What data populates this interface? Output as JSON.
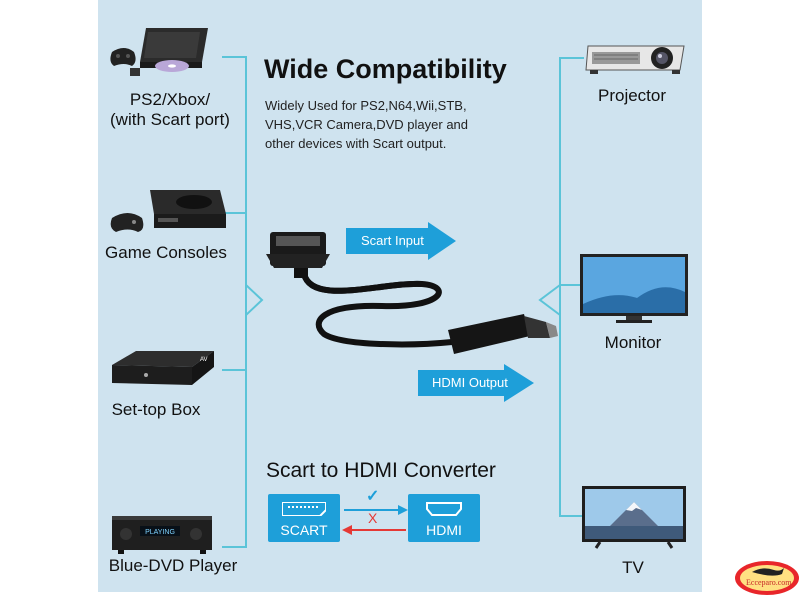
{
  "heading": {
    "title": "Wide Compatibility",
    "desc_lines": [
      "Widely Used for PS2,N64,Wii,STB,",
      "VHS,VCR Camera,DVD player and",
      "other devices with Scart output."
    ]
  },
  "sources": [
    {
      "label_lines": [
        "PS2/Xbox/",
        "(with Scart port)"
      ],
      "icon": "ps2-console-icon"
    },
    {
      "label_lines": [
        "Game Consoles"
      ],
      "icon": "game-console-icon"
    },
    {
      "label_lines": [
        "Set-top Box"
      ],
      "icon": "set-top-box-icon"
    },
    {
      "label_lines": [
        "Blue-DVD Player"
      ],
      "icon": "dvd-player-icon"
    }
  ],
  "outputs": [
    {
      "label": "Projector",
      "icon": "projector-icon"
    },
    {
      "label": "Monitor",
      "icon": "monitor-icon"
    },
    {
      "label": "TV",
      "icon": "tv-icon"
    }
  ],
  "arrows": {
    "input": "Scart Input",
    "output": "HDMI Output"
  },
  "converter": {
    "title": "Scart to HDMI Converter",
    "scart": "SCART",
    "hdmi": "HDMI",
    "check": "✓",
    "cross": "X"
  },
  "colors": {
    "panel": "#cfe3ef",
    "accent": "#1e9fd9",
    "line": "#5bc4d8",
    "cross": "#e53935"
  },
  "watermark": "Ecceparo.com",
  "screen_sequence": "PLAYING",
  "stb_logo": "AV"
}
